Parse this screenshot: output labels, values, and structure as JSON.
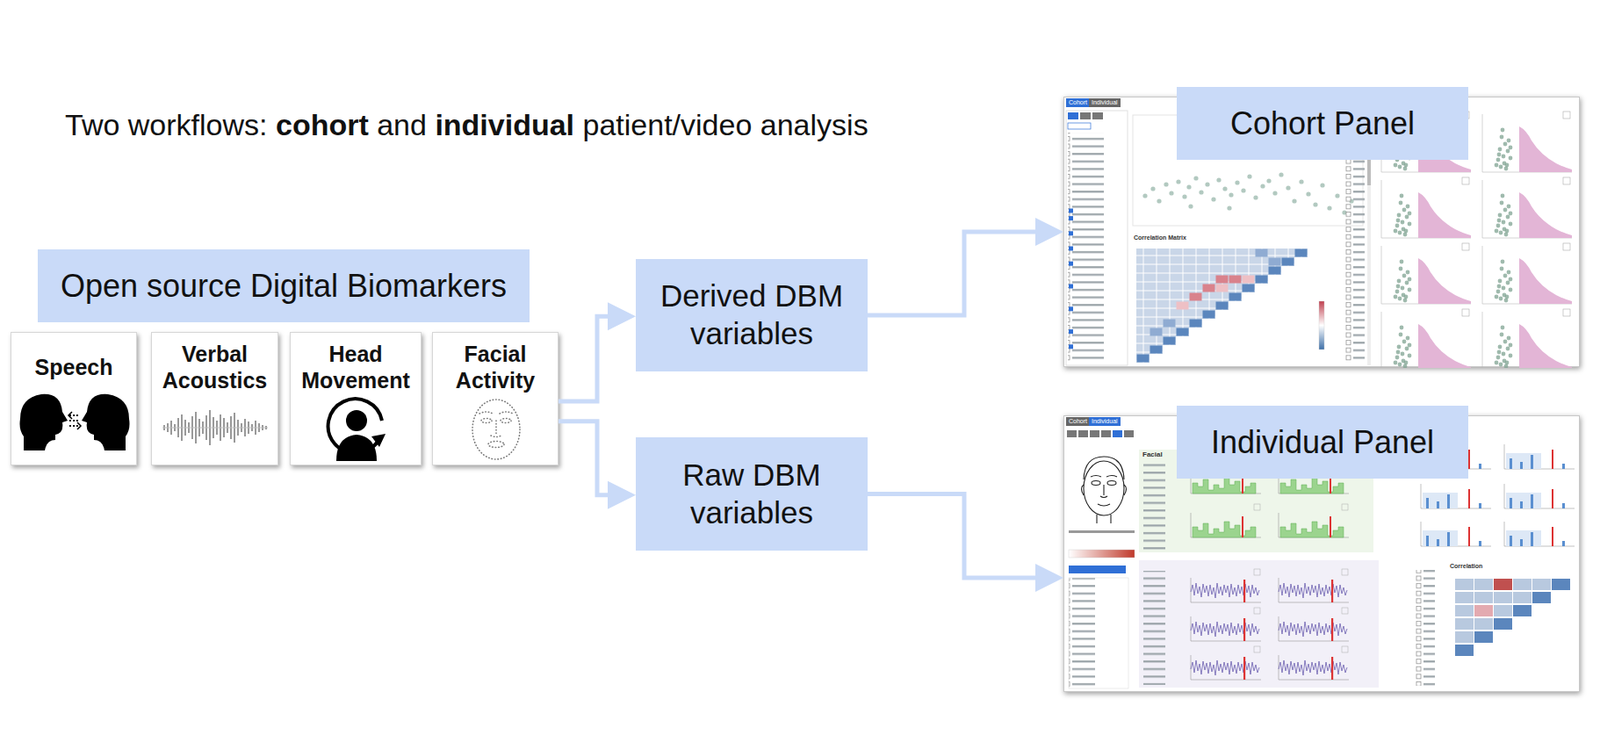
{
  "diagram": {
    "title": "Two workflows: cohort and individual patient/video analysis",
    "nodes": [
      {
        "text": [
          "Open source Digital Biomarkers"
        ]
      },
      {
        "text": [
          "Speech"
        ]
      },
      {
        "text": [
          "Verbal Acoustics"
        ]
      },
      {
        "text": [
          "Head Movement"
        ]
      },
      {
        "text": [
          "Facial Activity"
        ]
      },
      {
        "text": [
          "Derived DBM variables"
        ]
      },
      {
        "text": [
          "Raw DBM variables"
        ]
      },
      {
        "text": [
          "Cohort Panel"
        ]
      },
      {
        "text": [
          "Individual Panel"
        ]
      }
    ],
    "edges": [
      {
        "from": 4,
        "to": 5,
        "arrow": "to"
      },
      {
        "from": 4,
        "to": 6,
        "arrow": "to"
      },
      {
        "from": 5,
        "to": 7,
        "arrow": "to"
      },
      {
        "from": 6,
        "to": 8,
        "arrow": "to"
      }
    ],
    "labels": [
      "Cohort",
      "Individual",
      "Correlation Matrix",
      "Cohort",
      "Individual",
      "Facial",
      "Correlation"
    ]
  }
}
